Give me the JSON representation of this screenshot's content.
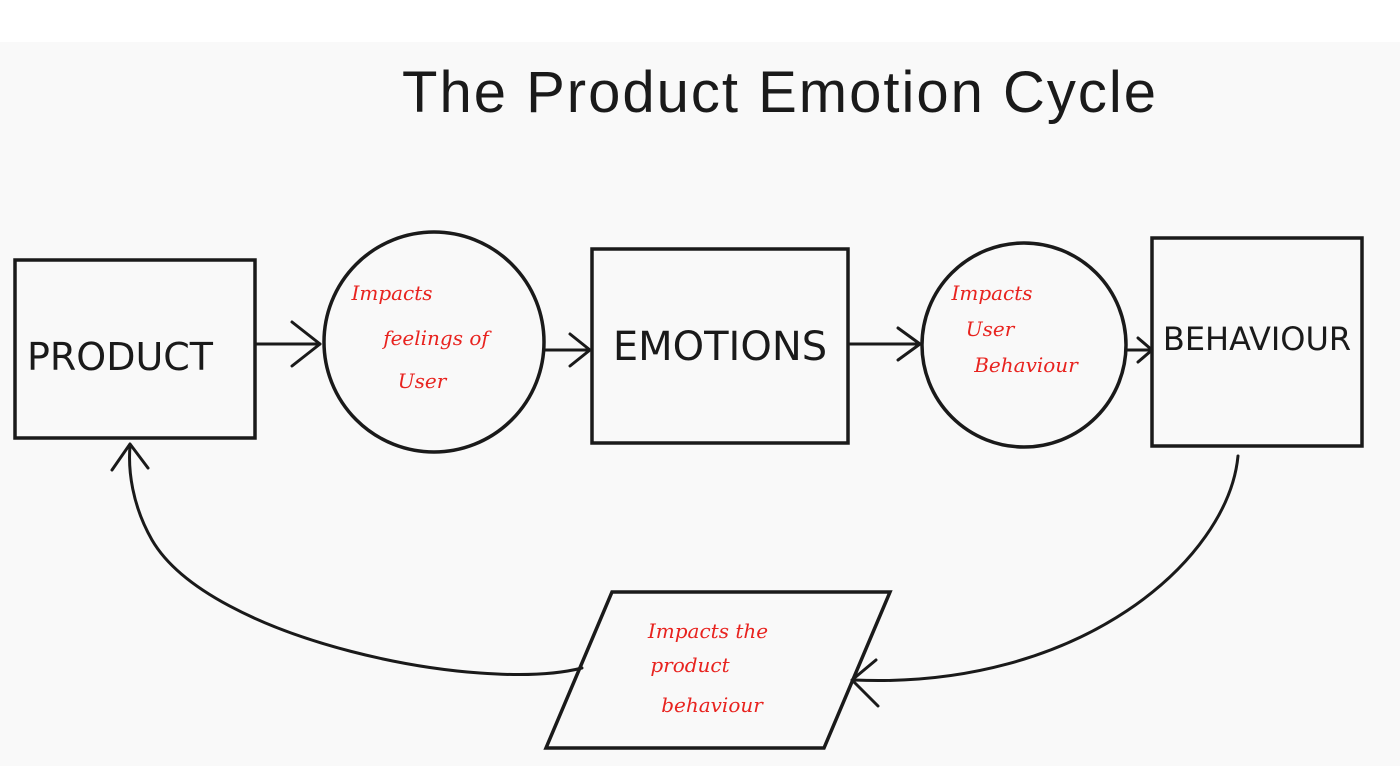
{
  "title": "The Product Emotion Cycle",
  "nodes": {
    "product": "PRODUCT",
    "emotions": "EMOTIONS",
    "behaviour": "BEHAVIOUR"
  },
  "connectors": {
    "impacts_feelings": [
      "Impacts",
      "feelings of",
      "User"
    ],
    "impacts_user_behaviour": [
      "Impacts",
      "User",
      "Behaviour"
    ],
    "impacts_product_behaviour": [
      "Impacts the",
      "product",
      "behaviour"
    ]
  },
  "colors": {
    "ink": "#1a1a1a",
    "annotation": "#e8231f",
    "background": "#ffffff",
    "title_band": "#f7f7f7"
  }
}
